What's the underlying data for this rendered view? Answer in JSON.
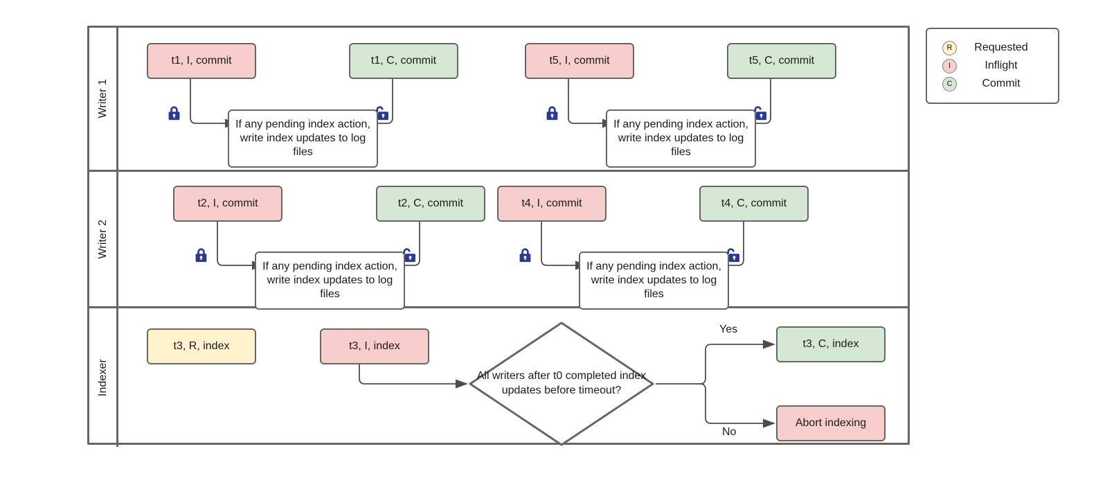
{
  "diagram": {
    "title": "Writer / Indexer swimlane flow",
    "lanes": [
      {
        "label": "Writer 1"
      },
      {
        "label": "Writer 2"
      },
      {
        "label": "Indexer"
      }
    ],
    "process_text": "If any pending index action, write index updates to log files",
    "decision_text": "All writers after t0 completed index updates before timeout?",
    "writer1": {
      "inflight_a": "t1, I, commit",
      "commit_a": "t1, C, commit",
      "inflight_b": "t5, I, commit",
      "commit_b": "t5, C, commit"
    },
    "writer2": {
      "inflight_a": "t2, I, commit",
      "commit_a": "t2, C, commit",
      "inflight_b": "t4, I, commit",
      "commit_b": "t4, C, commit"
    },
    "indexer": {
      "requested": "t3, R, index",
      "inflight": "t3, I, index",
      "commit": "t3, C, index",
      "abort": "Abort indexing",
      "yes_label": "Yes",
      "no_label": "No"
    },
    "icons": {
      "lock_closed": "lock-closed-icon",
      "lock_open": "lock-open-icon"
    }
  },
  "legend": {
    "items": [
      {
        "badge": "R",
        "label": "Requested",
        "color": "#fff2cc"
      },
      {
        "badge": "I",
        "label": "Inflight",
        "color": "#f8cecc"
      },
      {
        "badge": "C",
        "label": "Commit",
        "color": "#d5e8d4"
      }
    ]
  },
  "colors": {
    "requested": "#fff2cc",
    "inflight": "#f8cecc",
    "commit": "#d5e8d4",
    "border": "#666666",
    "connector": "#4d4d4d",
    "lock": "#2b3990"
  }
}
